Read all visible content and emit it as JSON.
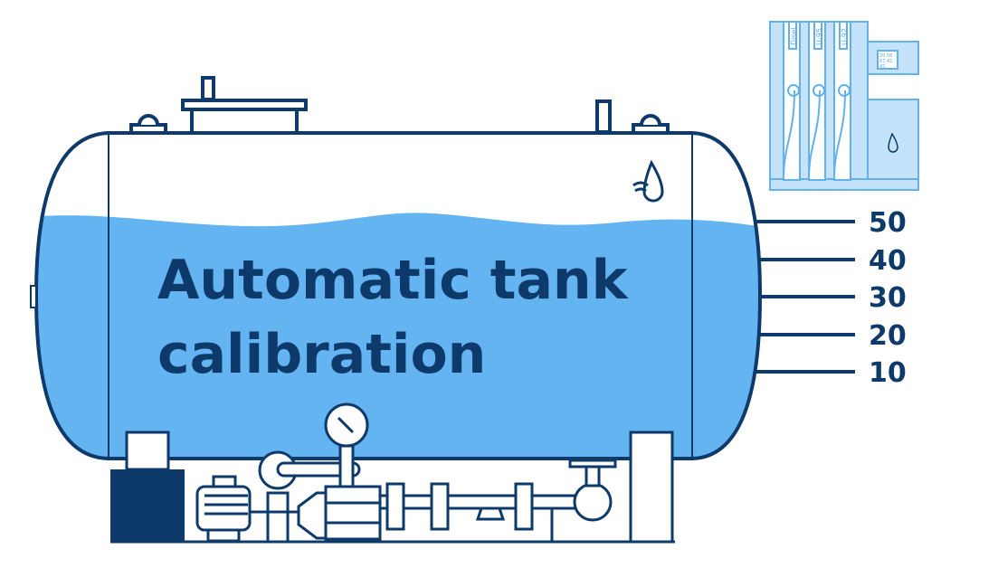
{
  "title": {
    "line1": "Automatic tank",
    "line2": "calibration"
  },
  "levels": [
    "50",
    "40",
    "30",
    "20",
    "10"
  ],
  "dispenser": {
    "nozzles": [
      "Disel",
      "U-95",
      "U-92"
    ],
    "display": [
      "20.56",
      "67.42",
      "47"
    ]
  },
  "colors": {
    "navy": "#0e3a6b",
    "water": "#63b4f1",
    "dispenser_fill": "#c4e2f9",
    "dispenser_line": "#63b1ec"
  }
}
